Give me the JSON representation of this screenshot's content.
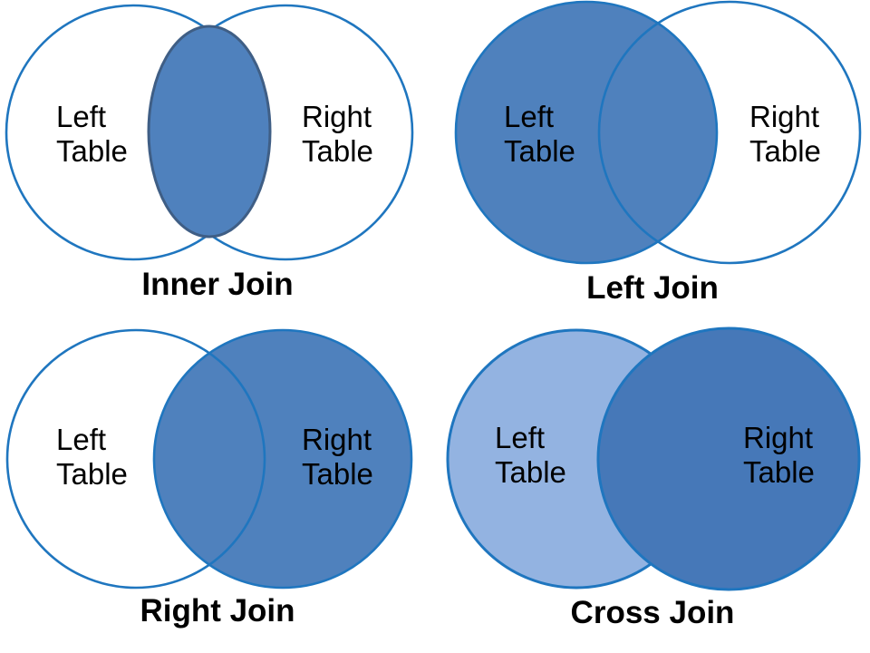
{
  "colors": {
    "stroke_blue": "#1F76BF",
    "fill_medium": "#4F81BD",
    "fill_light": "#93B3E1",
    "fill_dark": "#4678B8",
    "ellipse_stroke": "#3F5E85",
    "text": "#000000",
    "background": "#FFFFFF"
  },
  "panels": [
    {
      "type": "inner",
      "caption": "Inner Join",
      "labels": {
        "left": [
          "Left",
          "Table"
        ],
        "right": [
          "Right",
          "Table"
        ]
      }
    },
    {
      "type": "left",
      "caption": "Left Join",
      "labels": {
        "left": [
          "Left",
          "Table"
        ],
        "right": [
          "Right",
          "Table"
        ]
      }
    },
    {
      "type": "right",
      "caption": "Right Join",
      "labels": {
        "left": [
          "Left",
          "Table"
        ],
        "right": [
          "Right",
          "Table"
        ]
      }
    },
    {
      "type": "cross",
      "caption": "Cross Join",
      "labels": {
        "left": [
          "Left",
          "Table"
        ],
        "right": [
          "Right",
          "Table"
        ]
      }
    }
  ]
}
